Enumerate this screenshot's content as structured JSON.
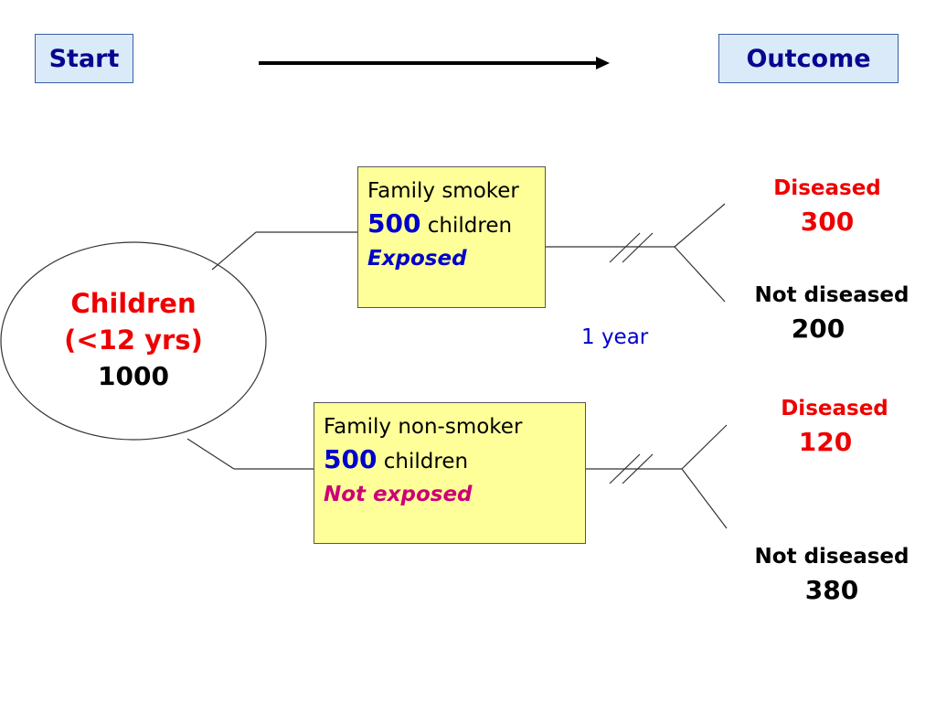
{
  "header": {
    "start_label": "Start",
    "outcome_label": "Outcome"
  },
  "population": {
    "label": "Children",
    "age": "(<12 yrs)",
    "count": "1000"
  },
  "groups": [
    {
      "title": "Family smoker",
      "count": "500",
      "unit": "children",
      "status": "Exposed",
      "outcomes": [
        {
          "label": "Diseased",
          "count": "300"
        },
        {
          "label": "Not diseased",
          "count": "200"
        }
      ]
    },
    {
      "title": "Family non-smoker",
      "count": "500",
      "unit": "children",
      "status": "Not exposed",
      "outcomes": [
        {
          "label": "Diseased",
          "count": "120"
        },
        {
          "label": "Not diseased",
          "count": "380"
        }
      ]
    }
  ],
  "follow_up": "1 year",
  "colors": {
    "header_fill": "#dbeaf8",
    "header_text": "#06068f",
    "box_fill": "#ffff99",
    "diseased": "#ee0000",
    "exposed": "#0000cc",
    "not_exposed": "#cc0077"
  }
}
